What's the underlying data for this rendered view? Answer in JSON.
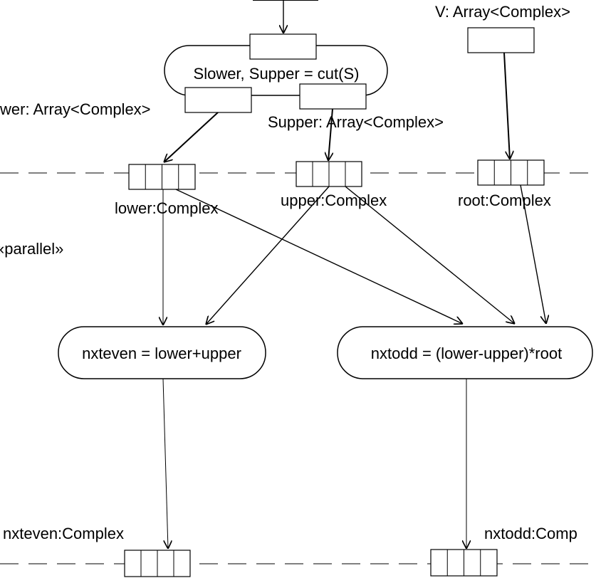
{
  "actions": {
    "cut": "Slower, Supper = cut(S)",
    "nxteven": "nxteven = lower+upper",
    "nxtodd": "nxtodd = (lower-upper)*root"
  },
  "pins": {
    "slower": "wer: Array<Complex>",
    "supper": "Supper: Array<Complex>",
    "v": "V: Array<Complex>"
  },
  "expansion_nodes": {
    "lower": "lower:Complex",
    "upper": "upper:Complex",
    "root": "root:Complex",
    "nxteven": "nxteven:Complex",
    "nxtodd": "nxtodd:Comp"
  },
  "region": {
    "stereotype": "«parallel»"
  }
}
